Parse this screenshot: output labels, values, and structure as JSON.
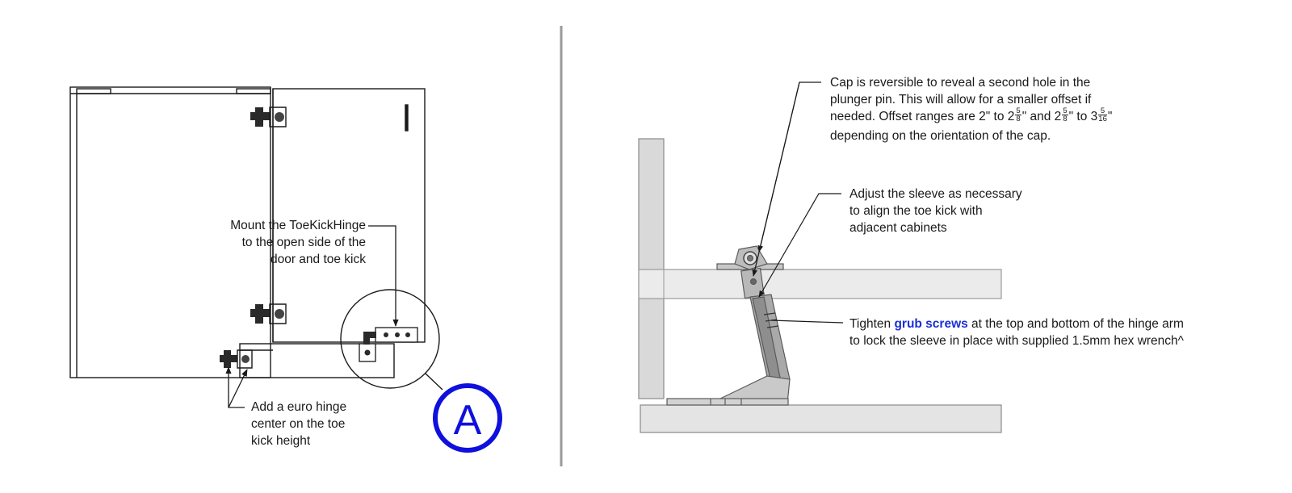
{
  "left_panel": {
    "callout_mount": {
      "lines": [
        "Mount the ToeKickHinge",
        "to the open side of the",
        "door and toe kick"
      ]
    },
    "callout_euro": {
      "lines": [
        "Add a euro hinge",
        "center on the toe",
        "kick height"
      ]
    },
    "detail_badge": {
      "letter": "A",
      "color": "#1010dd"
    }
  },
  "right_panel": {
    "callout_cap": {
      "line1": "Cap is reversible to reveal a second hole in the",
      "line2": "plunger pin.  This will allow for a smaller offset if",
      "line3_pre": "needed.  Offset ranges are 2\" to 2",
      "frac1_num": "5",
      "frac1_den": "8",
      "line3_mid": "\" and 2",
      "frac2_num": "5",
      "frac2_den": "8",
      "line3_mid2": "\" to 3",
      "frac3_num": "5",
      "frac3_den": "16",
      "line3_post": "\"",
      "line4": "depending on the orientation of the cap."
    },
    "callout_sleeve": {
      "lines": [
        "Adjust the sleeve as necessary",
        "to align the toe kick with",
        "adjacent cabinets"
      ]
    },
    "callout_grub": {
      "line1_pre": "Tighten ",
      "line1_highlight": "grub screws",
      "line1_post": " at the top and bottom of the hinge arm",
      "line2": "to lock the sleeve in place with supplied 1.5mm hex wrench^",
      "highlight_color": "#1a2fd6"
    }
  }
}
